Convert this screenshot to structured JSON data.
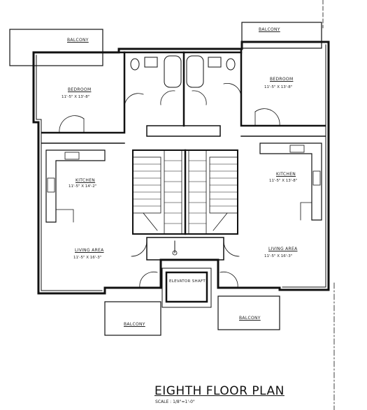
{
  "title": "EIGHTH FLOOR PLAN",
  "scale": "SCALE : 1/8\"=1'-0\"",
  "rooms": {
    "balcony_top_left": {
      "label": "BALCONY"
    },
    "balcony_top_right": {
      "label": "BALCONY"
    },
    "bedroom_left": {
      "label": "BEDROOM",
      "dims": "11'-5\" X 13'-8\""
    },
    "bedroom_right": {
      "label": "BEDROOM",
      "dims": "11'-5\" X 13'-8\""
    },
    "kitchen_left": {
      "label": "KITCHEN",
      "dims": "11'-5\" X 14'-2\""
    },
    "kitchen_right": {
      "label": "KITCHEN",
      "dims": "11'-5\" X 13'-8\""
    },
    "living_left": {
      "label": "LIVING AREA",
      "dims": "11'-5\" X 16'-3\""
    },
    "living_right": {
      "label": "LIVING AREA",
      "dims": "11'-5\" X 16'-3\""
    },
    "elevator_shaft": {
      "label": "ELEVATOR SHAFT"
    },
    "balcony_bottom_left": {
      "label": "BALCONY"
    },
    "balcony_bottom_right": {
      "label": "BALCONY"
    }
  }
}
